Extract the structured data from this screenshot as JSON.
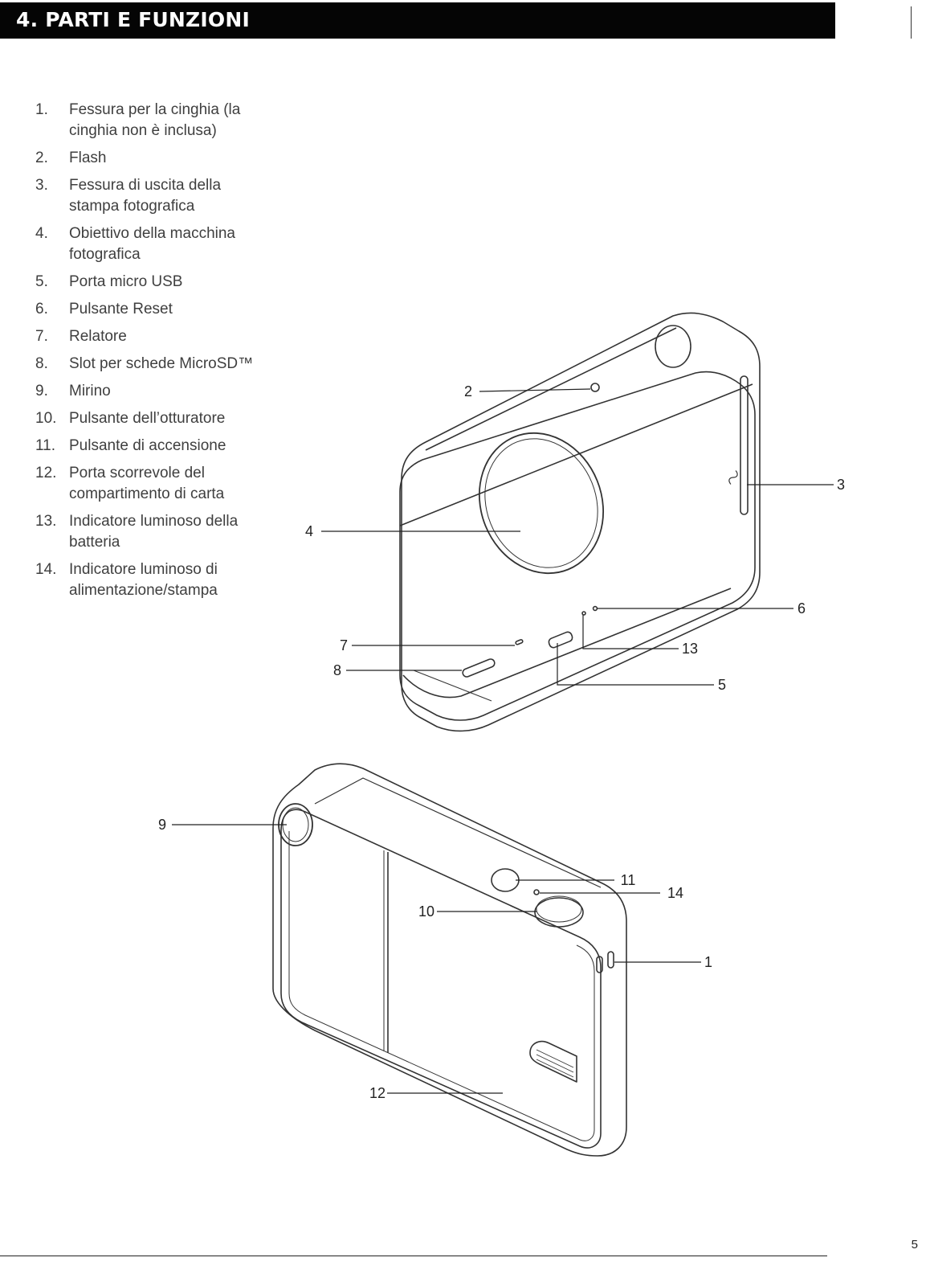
{
  "header": {
    "title": "4. PARTI E FUNZIONI"
  },
  "parts": [
    {
      "num": "1.",
      "text": "Fessura per la cinghia (la\ncinghia non è inclusa)"
    },
    {
      "num": "2.",
      "text": "Flash"
    },
    {
      "num": "3.",
      "text": "Fessura di uscita della\nstampa fotografica"
    },
    {
      "num": "4.",
      "text": "Obiettivo della macchina\nfotografica"
    },
    {
      "num": "5.",
      "text": "Porta micro USB"
    },
    {
      "num": "6.",
      "text": "Pulsante Reset"
    },
    {
      "num": "7.",
      "text": "Relatore"
    },
    {
      "num": "8.",
      "text": "Slot per schede MicroSD™"
    },
    {
      "num": "9.",
      "text": "Mirino"
    },
    {
      "num": "10.",
      "text": "Pulsante dell’otturatore"
    },
    {
      "num": "11.",
      "text": "Pulsante di accensione"
    },
    {
      "num": "12.",
      "text": " Porta scorrevole del\ncompartimento di carta"
    },
    {
      "num": "13.",
      "text": "Indicatore luminoso della\nbatteria"
    },
    {
      "num": "14.",
      "text": "Indicatore luminoso di\nalimentazione/stampa"
    }
  ],
  "front_callouts": [
    "2",
    "3",
    "4",
    "6",
    "13",
    "7",
    "8",
    "5"
  ],
  "back_callouts": [
    "9",
    "11",
    "14",
    "10",
    "1",
    "12"
  ],
  "footer": {
    "page_number": "5"
  }
}
